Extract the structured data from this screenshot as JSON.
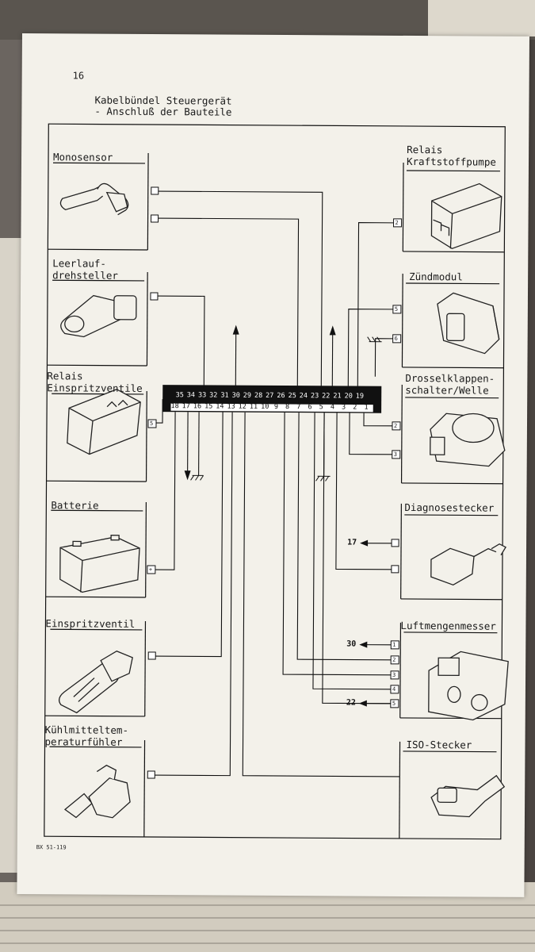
{
  "page": {
    "number": "16",
    "title_line1": "Kabelbündel Steuergerät",
    "title_line2": "- Anschluß der Bauteile",
    "figure_code": "BX 51-119"
  },
  "components_left": [
    {
      "label_lines": [
        "Monosensor"
      ]
    },
    {
      "label_lines": [
        "Leerlauf-",
        "drehsteller"
      ]
    },
    {
      "label_lines": [
        "Relais",
        "Einspritzventile"
      ],
      "pin": "5"
    },
    {
      "label_lines": [
        "Batterie"
      ],
      "pin": "+"
    },
    {
      "label_lines": [
        "Einspritzventil"
      ]
    },
    {
      "label_lines": [
        "Kühlmitteltem-",
        "peraturfühler"
      ]
    }
  ],
  "components_right": [
    {
      "label_lines": [
        "Relais",
        "Kraftstoffpumpe"
      ],
      "pins": [
        "2"
      ]
    },
    {
      "label_lines": [
        "Zündmodul"
      ],
      "pins": [
        "5",
        "6"
      ]
    },
    {
      "label_lines": [
        "Drosselklappen-",
        "schalter/Welle"
      ],
      "pins": [
        "2",
        "3"
      ]
    },
    {
      "label_lines": [
        "Diagnosestecker"
      ],
      "external": [
        "17"
      ]
    },
    {
      "label_lines": [
        "Luftmengenmesser"
      ],
      "pins": [
        "1",
        "2",
        "3",
        "4",
        "5"
      ],
      "external": [
        "30",
        "22"
      ]
    },
    {
      "label_lines": [
        "ISO-Stecker"
      ]
    }
  ],
  "connector": {
    "top_row": [
      "35",
      "34",
      "33",
      "32",
      "31",
      "30",
      "29",
      "28",
      "27",
      "26",
      "25",
      "24",
      "23",
      "22",
      "21",
      "20",
      "19"
    ],
    "bottom_row": [
      "18",
      "17",
      "16",
      "15",
      "14",
      "13",
      "12",
      "11",
      "10",
      "9",
      "8",
      "7",
      "6",
      "5",
      "4",
      "3",
      "2",
      "1"
    ]
  }
}
